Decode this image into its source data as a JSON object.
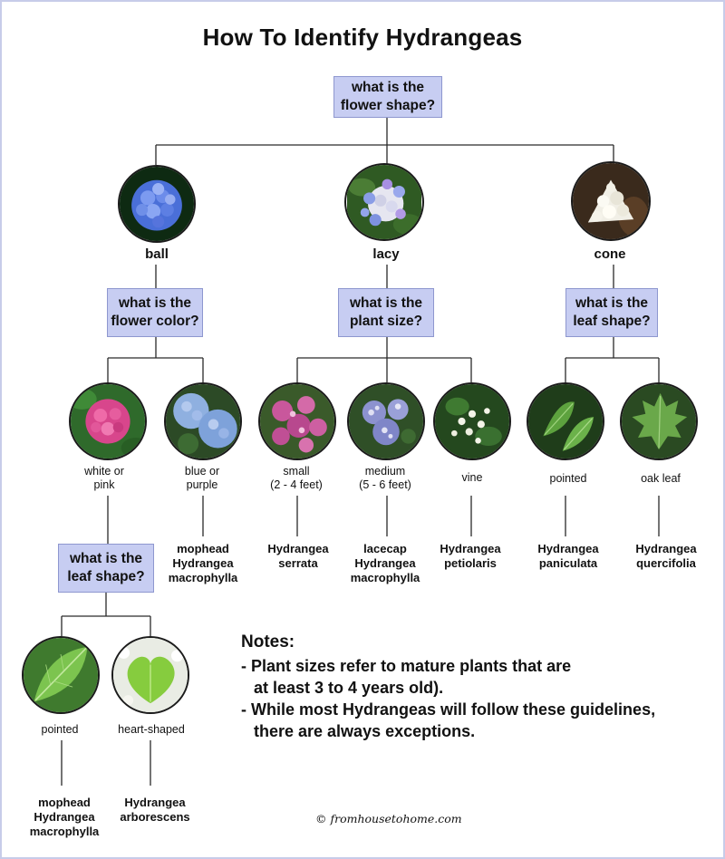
{
  "title": "How To Identify Hydrangeas",
  "questions": {
    "q1": {
      "line1": "what is the",
      "line2": "flower shape?"
    },
    "q_ball": {
      "line1": "what is the",
      "line2": "flower color?"
    },
    "q_lacy": {
      "line1": "what is the",
      "line2": "plant size?"
    },
    "q_cone": {
      "line1": "what is the",
      "line2": "leaf shape?"
    },
    "q_white": {
      "line1": "what is the",
      "line2": "leaf shape?"
    }
  },
  "shapes": {
    "ball": "ball",
    "lacy": "lacy",
    "cone": "cone"
  },
  "options": {
    "white_pink": {
      "line1": "white or",
      "line2": "pink"
    },
    "blue_purple": {
      "line1": "blue or",
      "line2": "purple"
    },
    "small": {
      "line1": "small",
      "line2": "(2 - 4 feet)"
    },
    "medium": {
      "line1": "medium",
      "line2": "(5 - 6 feet)"
    },
    "vine": "vine",
    "pointed_cone": "pointed",
    "oak_leaf": "oak leaf",
    "pointed_white": "pointed",
    "heart": "heart-shaped"
  },
  "results": {
    "mophead_blue": {
      "line1": "mophead",
      "line2": "Hydrangea",
      "line3": "macrophylla"
    },
    "serrata": {
      "line1": "Hydrangea",
      "line2": "serrata"
    },
    "lacecap": {
      "line1": "lacecap",
      "line2": "Hydrangea",
      "line3": "macrophylla"
    },
    "petiolaris": {
      "line1": "Hydrangea",
      "line2": "petiolaris"
    },
    "paniculata": {
      "line1": "Hydrangea",
      "line2": "paniculata"
    },
    "quercifolia": {
      "line1": "Hydrangea",
      "line2": "quercifolia"
    },
    "mophead_white": {
      "line1": "mophead",
      "line2": "Hydrangea",
      "line3": "macrophylla"
    },
    "arborescens": {
      "line1": "Hydrangea",
      "line2": "arborescens"
    }
  },
  "notes": {
    "heading": "Notes:",
    "note1_line1": "- Plant sizes refer to mature plants that are",
    "note1_line2": "at least 3 to 4 years old).",
    "note2_line1": "- While most Hydrangeas will follow these guidelines,",
    "note2_line2": "there are always exceptions."
  },
  "credit": "© fromhousetohome.com",
  "colors": {
    "question_box": "#c7cdf2",
    "border": "#c7cce9",
    "line": "#2a2a2a"
  }
}
